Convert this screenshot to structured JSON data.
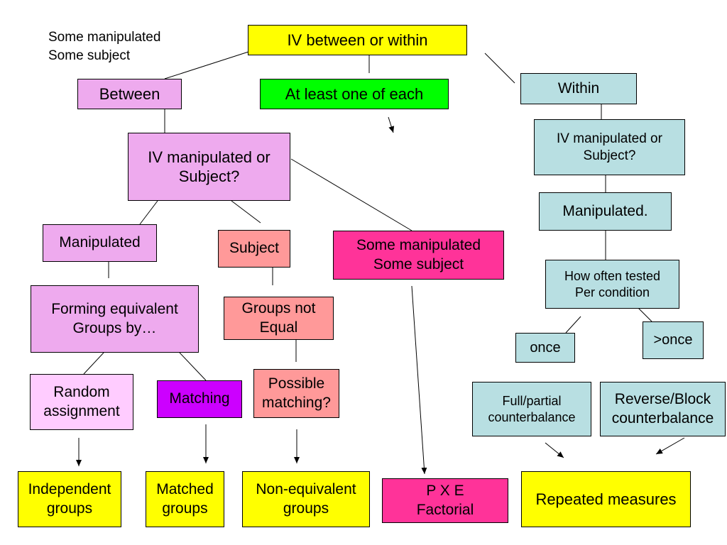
{
  "note": "Some manipulated\nSome subject",
  "nodes": {
    "iv_between_within": "IV between or within",
    "between": "Between",
    "at_least_one": "At least one of each",
    "within": "Within",
    "iv_manip_subject_between": "IV manipulated or\nSubject?",
    "manipulated": "Manipulated",
    "subject": "Subject",
    "some_manip_some_subj": "Some manipulated\nSome subject",
    "forming_equivalent": "Forming equivalent\nGroups by…",
    "groups_not_equal": "Groups not\nEqual",
    "possible_matching": "Possible\nmatching?",
    "random_assignment": "Random\nassignment",
    "matching": "Matching",
    "independent_groups": "Independent\ngroups",
    "matched_groups": "Matched\ngroups",
    "non_equivalent_groups": "Non-equivalent\ngroups",
    "pxe_factorial": "P X E\nFactorial",
    "iv_manip_subject_within": "IV manipulated or\nSubject?",
    "manipulated_within": "Manipulated.",
    "how_often_tested": "How often tested\nPer condition",
    "once": "once",
    "more_than_once": ">once",
    "full_partial": "Full/partial\ncounterbalance",
    "reverse_block": "Reverse/Block\ncounterbalance",
    "repeated_measures": "Repeated measures"
  },
  "colors": {
    "yellow": "#ffff00",
    "lavender": "#eeaaee",
    "light_pink": "#ffccff",
    "purple": "#cc00ff",
    "salmon": "#ff9999",
    "magenta": "#ff3399",
    "green": "#00ff00",
    "teal": "#b8dfe2"
  }
}
